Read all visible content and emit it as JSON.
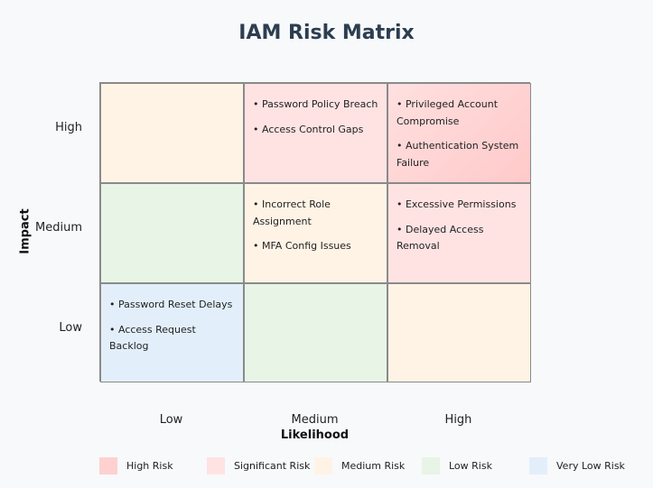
{
  "title": "IAM Risk Matrix",
  "axes": {
    "x_title": "Likelihood",
    "y_title": "Impact",
    "x_labels": [
      "Low",
      "Medium",
      "High"
    ],
    "y_labels": [
      "High",
      "Medium",
      "Low"
    ]
  },
  "colors": {
    "high_risk": "#ffd0d0",
    "significant_risk": "#ffe3e3",
    "medium_risk": "#fff3e6",
    "low_risk": "#e7f4e6",
    "very_low_risk": "#e2effb"
  },
  "rows": [
    {
      "impact": "High",
      "cells": [
        {
          "risk": "medium_risk",
          "items": []
        },
        {
          "risk": "significant_risk",
          "items": [
            "• Password Policy Breach",
            "• Access Control Gaps"
          ]
        },
        {
          "risk": "high_risk",
          "items": [
            "• Privileged Account Compromise",
            "• Authentication System Failure"
          ]
        }
      ]
    },
    {
      "impact": "Medium",
      "cells": [
        {
          "risk": "low_risk",
          "items": []
        },
        {
          "risk": "medium_risk",
          "items": [
            "• Incorrect Role Assignment",
            "• MFA Config Issues"
          ]
        },
        {
          "risk": "significant_risk",
          "items": [
            "• Excessive Permissions",
            "• Delayed Access Removal"
          ]
        }
      ]
    },
    {
      "impact": "Low",
      "cells": [
        {
          "risk": "very_low_risk",
          "items": [
            "• Password Reset Delays",
            "• Access Request Backlog"
          ]
        },
        {
          "risk": "low_risk",
          "items": []
        },
        {
          "risk": "medium_risk",
          "items": []
        }
      ]
    }
  ],
  "legend": [
    {
      "label": "High Risk",
      "risk": "high_risk"
    },
    {
      "label": "Significant Risk",
      "risk": "significant_risk"
    },
    {
      "label": "Medium Risk",
      "risk": "medium_risk"
    },
    {
      "label": "Low Risk",
      "risk": "low_risk"
    },
    {
      "label": "Very Low Risk",
      "risk": "very_low_risk"
    }
  ]
}
